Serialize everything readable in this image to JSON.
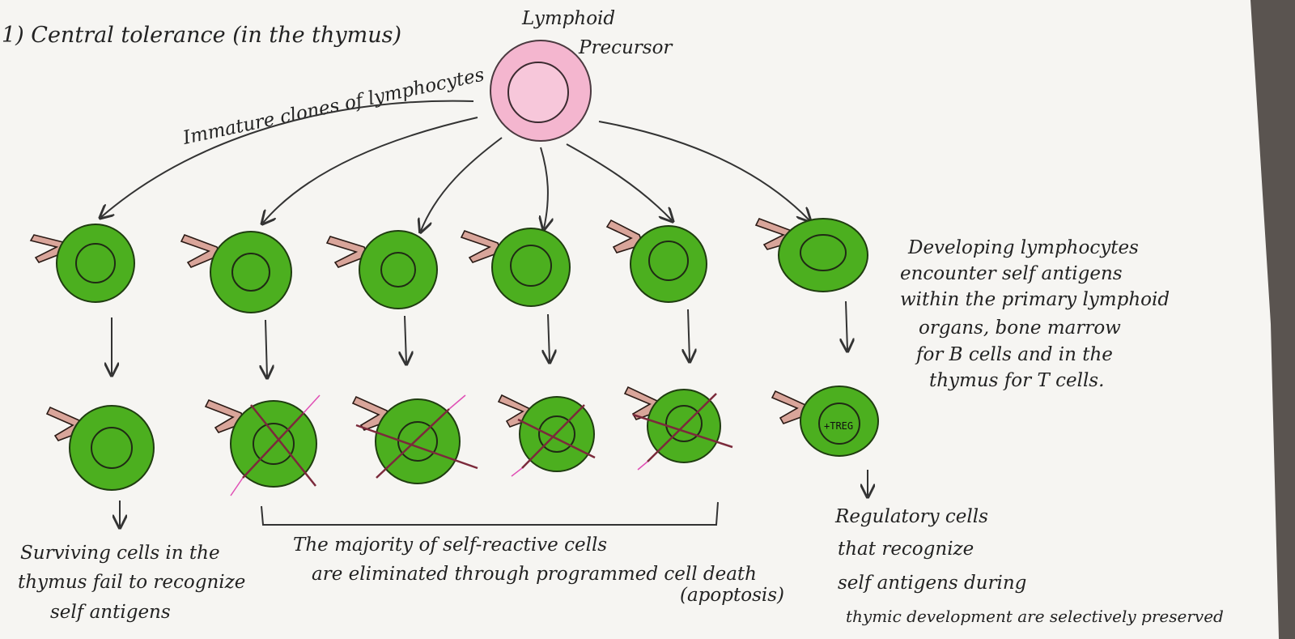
{
  "title": "1) Central tolerance (in the thymus)",
  "precursor": {
    "label_line1": "Lymphoid",
    "label_line2": "Precursor",
    "color": "#f4b6cf"
  },
  "branch_label": "Immature clones of lymphocytes",
  "developing_note": [
    "Developing lymphocytes",
    "encounter self antigens",
    "within the primary lymphoid",
    "organs, bone marrow",
    "for B cells and in the",
    "thymus for T cells."
  ],
  "treg_label": "+TREG",
  "surviving_note": [
    "Surviving cells in the",
    "thymus fail to recognize",
    "self antigens"
  ],
  "eliminated_note": [
    "The majority of self-reactive cells",
    "are eliminated through programmed cell death",
    "(apoptosis)"
  ],
  "regulatory_note": [
    "Regulatory cells",
    "that recognize",
    "self antigens during",
    "thymic development are selectively preserved"
  ],
  "colors": {
    "cell_green": "#4caf1f",
    "nucleus_outline": "#1f2a14",
    "cross_line": "#7b2a3b",
    "cross_highlight": "#e04fb5",
    "receptor": "#d9a59a"
  },
  "elimination_markers": [
    false,
    true,
    true,
    true,
    true,
    false
  ]
}
